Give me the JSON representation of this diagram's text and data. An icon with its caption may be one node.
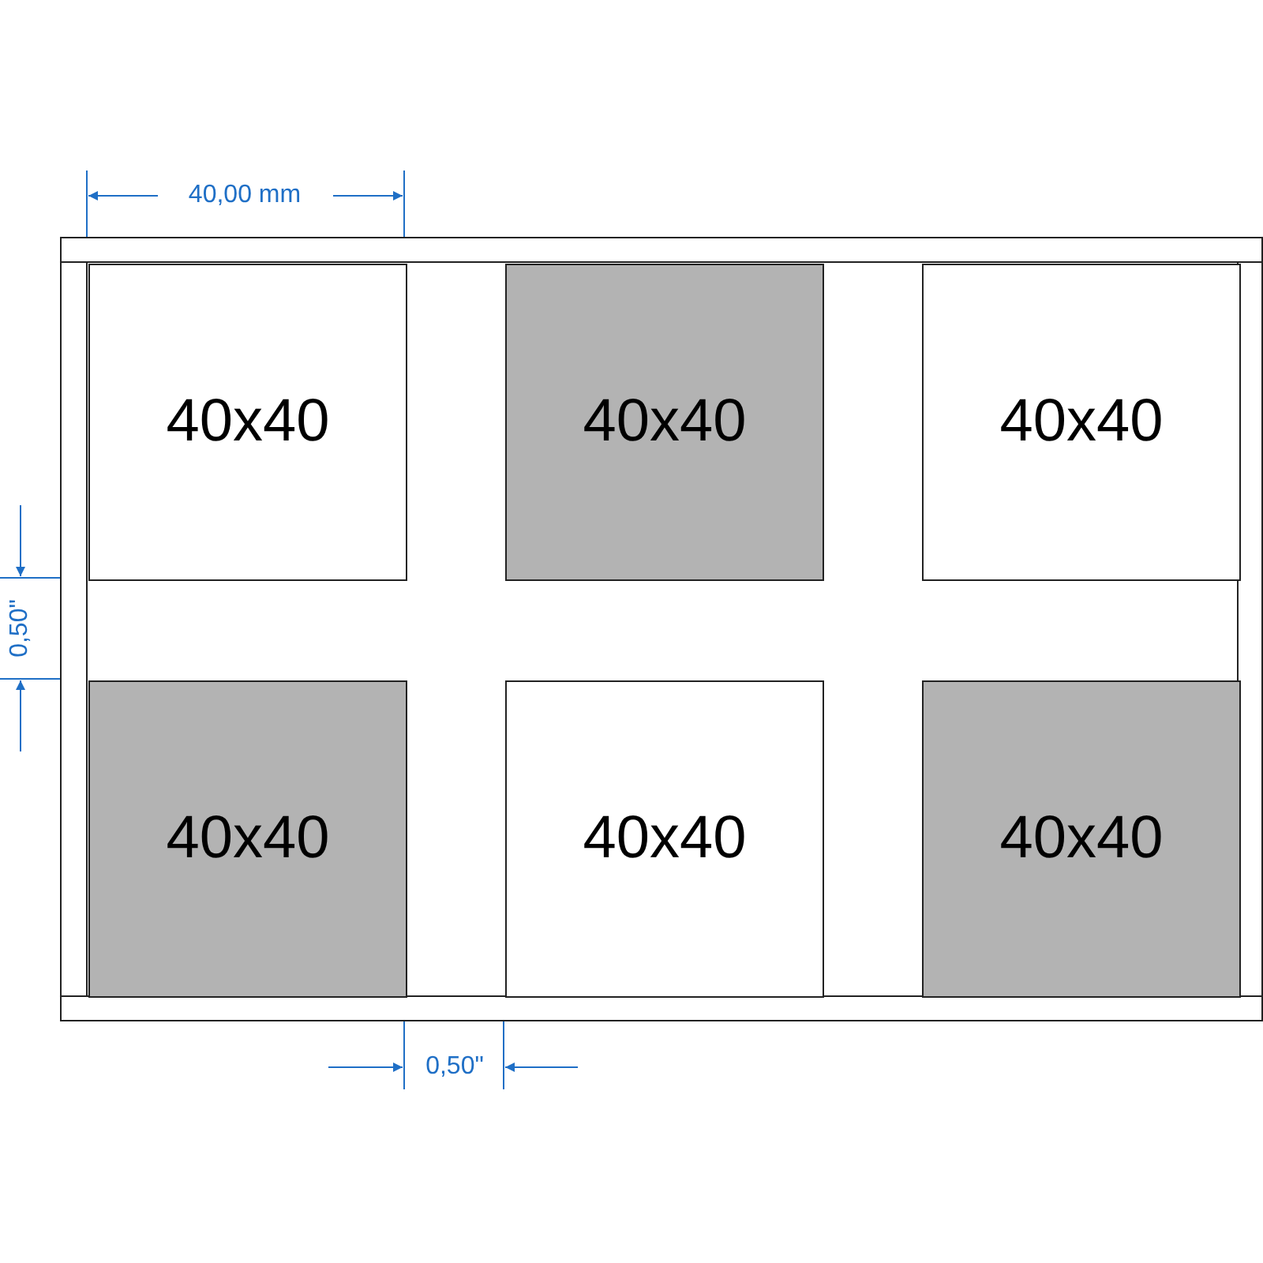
{
  "diagram": {
    "nodes": [
      {
        "text": [],
        "shape": "box"
      },
      {
        "text": [
          "40x40"
        ],
        "in": 0
      },
      {
        "text": [
          "40x40"
        ],
        "in": 0
      },
      {
        "text": [
          "40x40"
        ],
        "in": 0
      },
      {
        "text": [
          "40x40"
        ],
        "in": 0
      },
      {
        "text": [
          "40x40"
        ],
        "in": 0
      },
      {
        "text": [
          "40x40"
        ],
        "in": 0
      }
    ],
    "edges": [],
    "labels": [
      "40,00 mm",
      "0,50\"",
      "0,50\""
    ]
  }
}
